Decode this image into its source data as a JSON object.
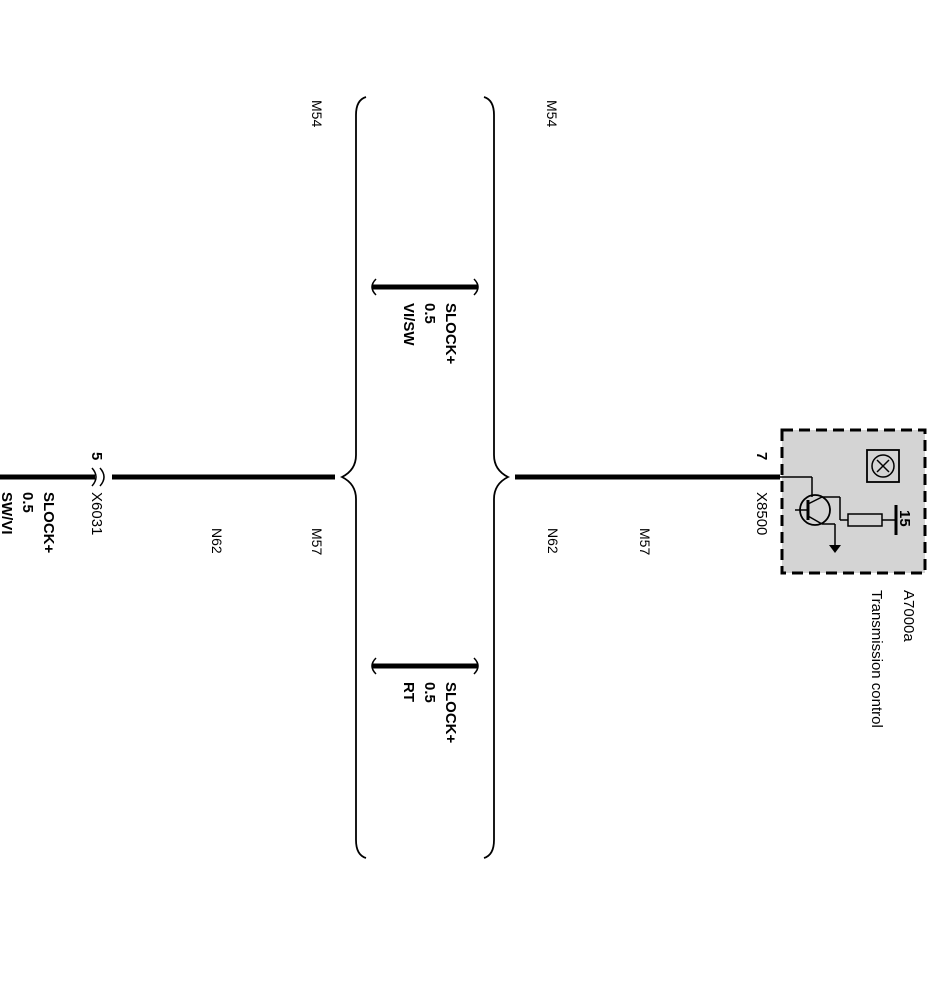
{
  "variants_left": {
    "top": "M54",
    "bottom_inner": "M57",
    "bottom_outer": "N62"
  },
  "variants_right": {
    "top": "M54",
    "bottom_inner": "N62",
    "bottom_outer": "M57"
  },
  "wire_top": {
    "signal": "SLOCK+",
    "size": "0.5",
    "color": "VI/SW"
  },
  "wire_bottom": {
    "signal": "SLOCK+",
    "size": "0.5",
    "color": "RT"
  },
  "connector_left": {
    "pin": "5",
    "id": "X6031",
    "signal": "SLOCK+",
    "size": "0.5",
    "color": "SW/VI"
  },
  "module": {
    "pin": "7",
    "connector_id": "X8500",
    "terminal": "15",
    "id": "A7000a",
    "name": "Transmission control"
  }
}
